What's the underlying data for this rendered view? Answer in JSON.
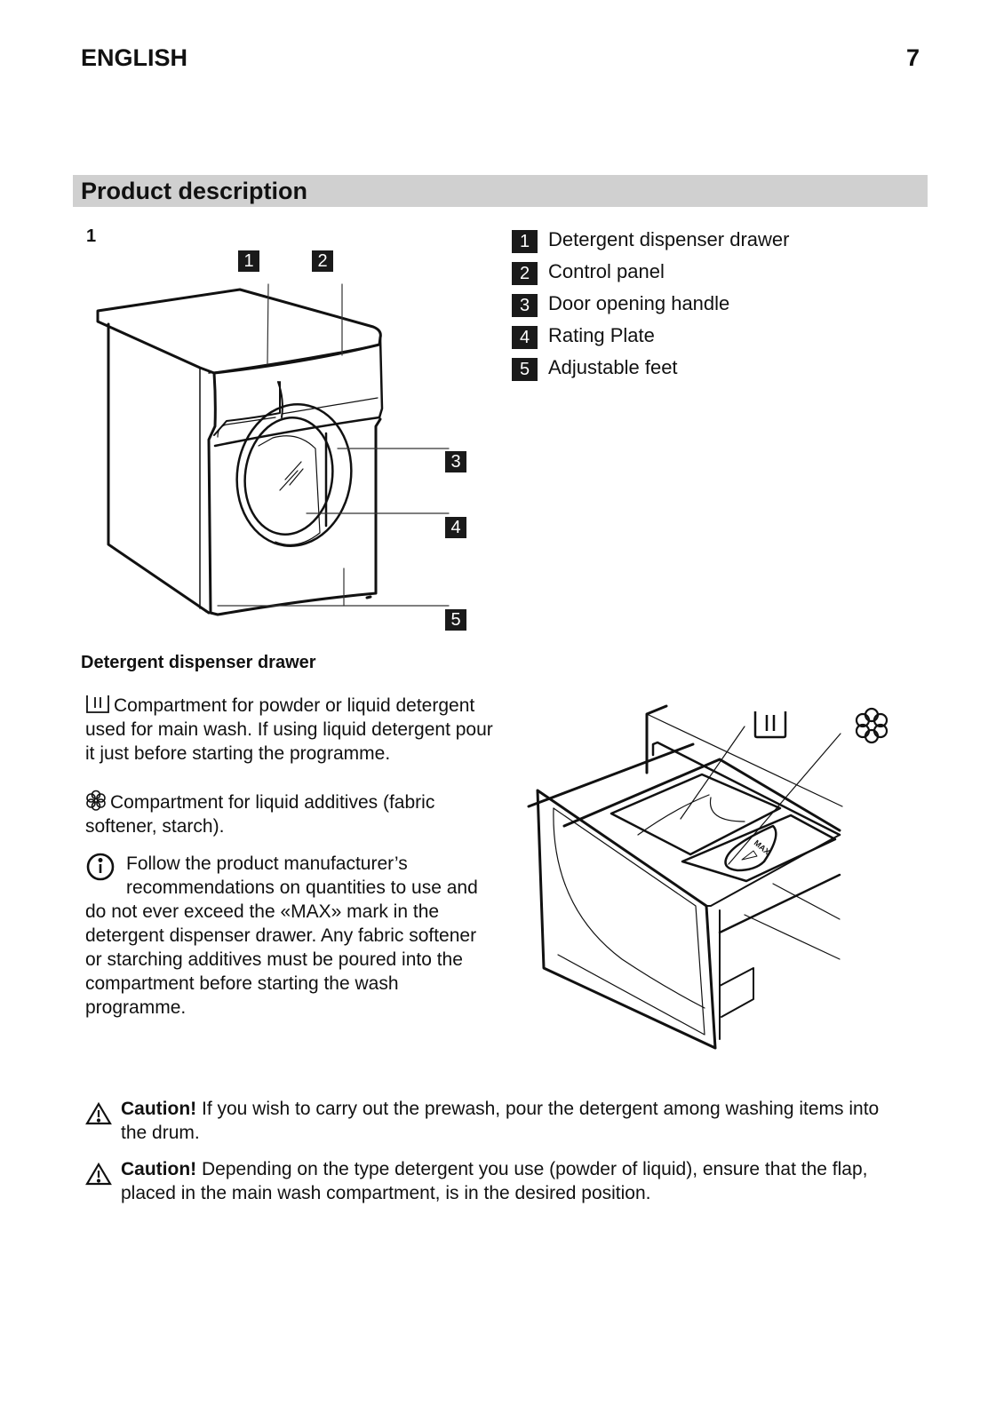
{
  "header": {
    "language": "ENGLISH",
    "page_number": "7"
  },
  "section": {
    "title": "Product description"
  },
  "figure1": {
    "number": "1",
    "callouts": [
      "1",
      "2",
      "3",
      "4",
      "5"
    ]
  },
  "legend": [
    {
      "num": "1",
      "label": "Detergent dispenser drawer"
    },
    {
      "num": "2",
      "label": "Control panel"
    },
    {
      "num": "3",
      "label": "Door opening handle"
    },
    {
      "num": "4",
      "label": "Rating Plate"
    },
    {
      "num": "5",
      "label": "Adjustable feet"
    }
  ],
  "drawer": {
    "title": "Detergent dispenser drawer",
    "main_wash_icon": "main-wash-compartment-icon",
    "softener_icon": "flower-softener-icon",
    "main_wash_text": "Compartment for powder or liquid detergent used for main wash. If using liquid detergent pour it just before starting the programme.",
    "softener_text": "Compartment for liquid additives (fabric softener, starch).",
    "info_icon": "info-icon",
    "info_text": "Follow the product manufacturer’s recommendations on quantities to use and do not ever exceed the «MAX» mark in the detergent dispenser drawer. Any fabric softener or starching additives must be poured into the compartment before starting the wash programme.",
    "max_label": "MAX"
  },
  "cautions": [
    {
      "icon": "warning-icon",
      "label": "Caution!",
      "text": " If you wish to carry out the prewash, pour the detergent among washing items into the drum."
    },
    {
      "icon": "warning-icon",
      "label": "Caution!",
      "text": " Depending on the type detergent you use (powder of liquid), ensure that the flap, placed in the main wash compartment, is in the desired position."
    }
  ]
}
